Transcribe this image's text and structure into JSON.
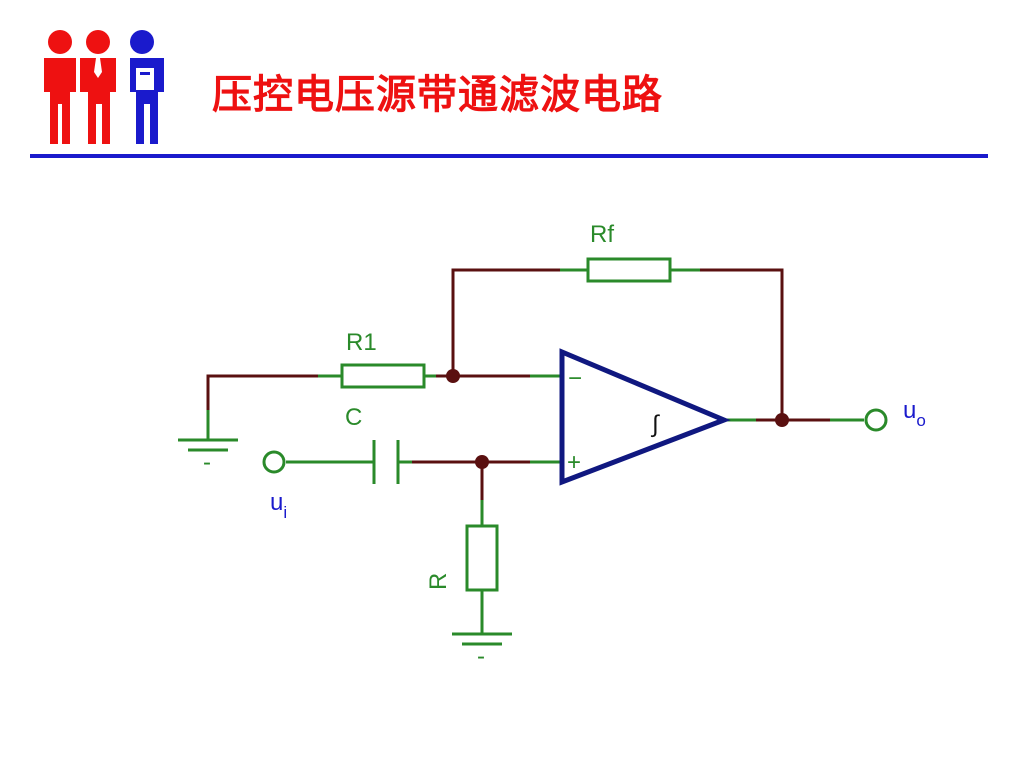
{
  "slide": {
    "title": "压控电压源带通滤波电路"
  },
  "circuit": {
    "rf_label": "Rf",
    "r1_label": "R1",
    "c_label": "C",
    "r_label": "R",
    "opamp_symbol": "∫",
    "minus_sign": "−",
    "plus_sign": "+",
    "input": {
      "main": "u",
      "sub": "i"
    },
    "output": {
      "main": "u",
      "sub": "o"
    },
    "ground_mark": "-"
  },
  "colors": {
    "title": "#ee1111",
    "rule": "#1a1acc",
    "wire": "#5a1010",
    "component": "#2a8a2a",
    "opamp": "#101880",
    "label_blue": "#1a1acc"
  },
  "icons": [
    "people-logo-icon"
  ]
}
